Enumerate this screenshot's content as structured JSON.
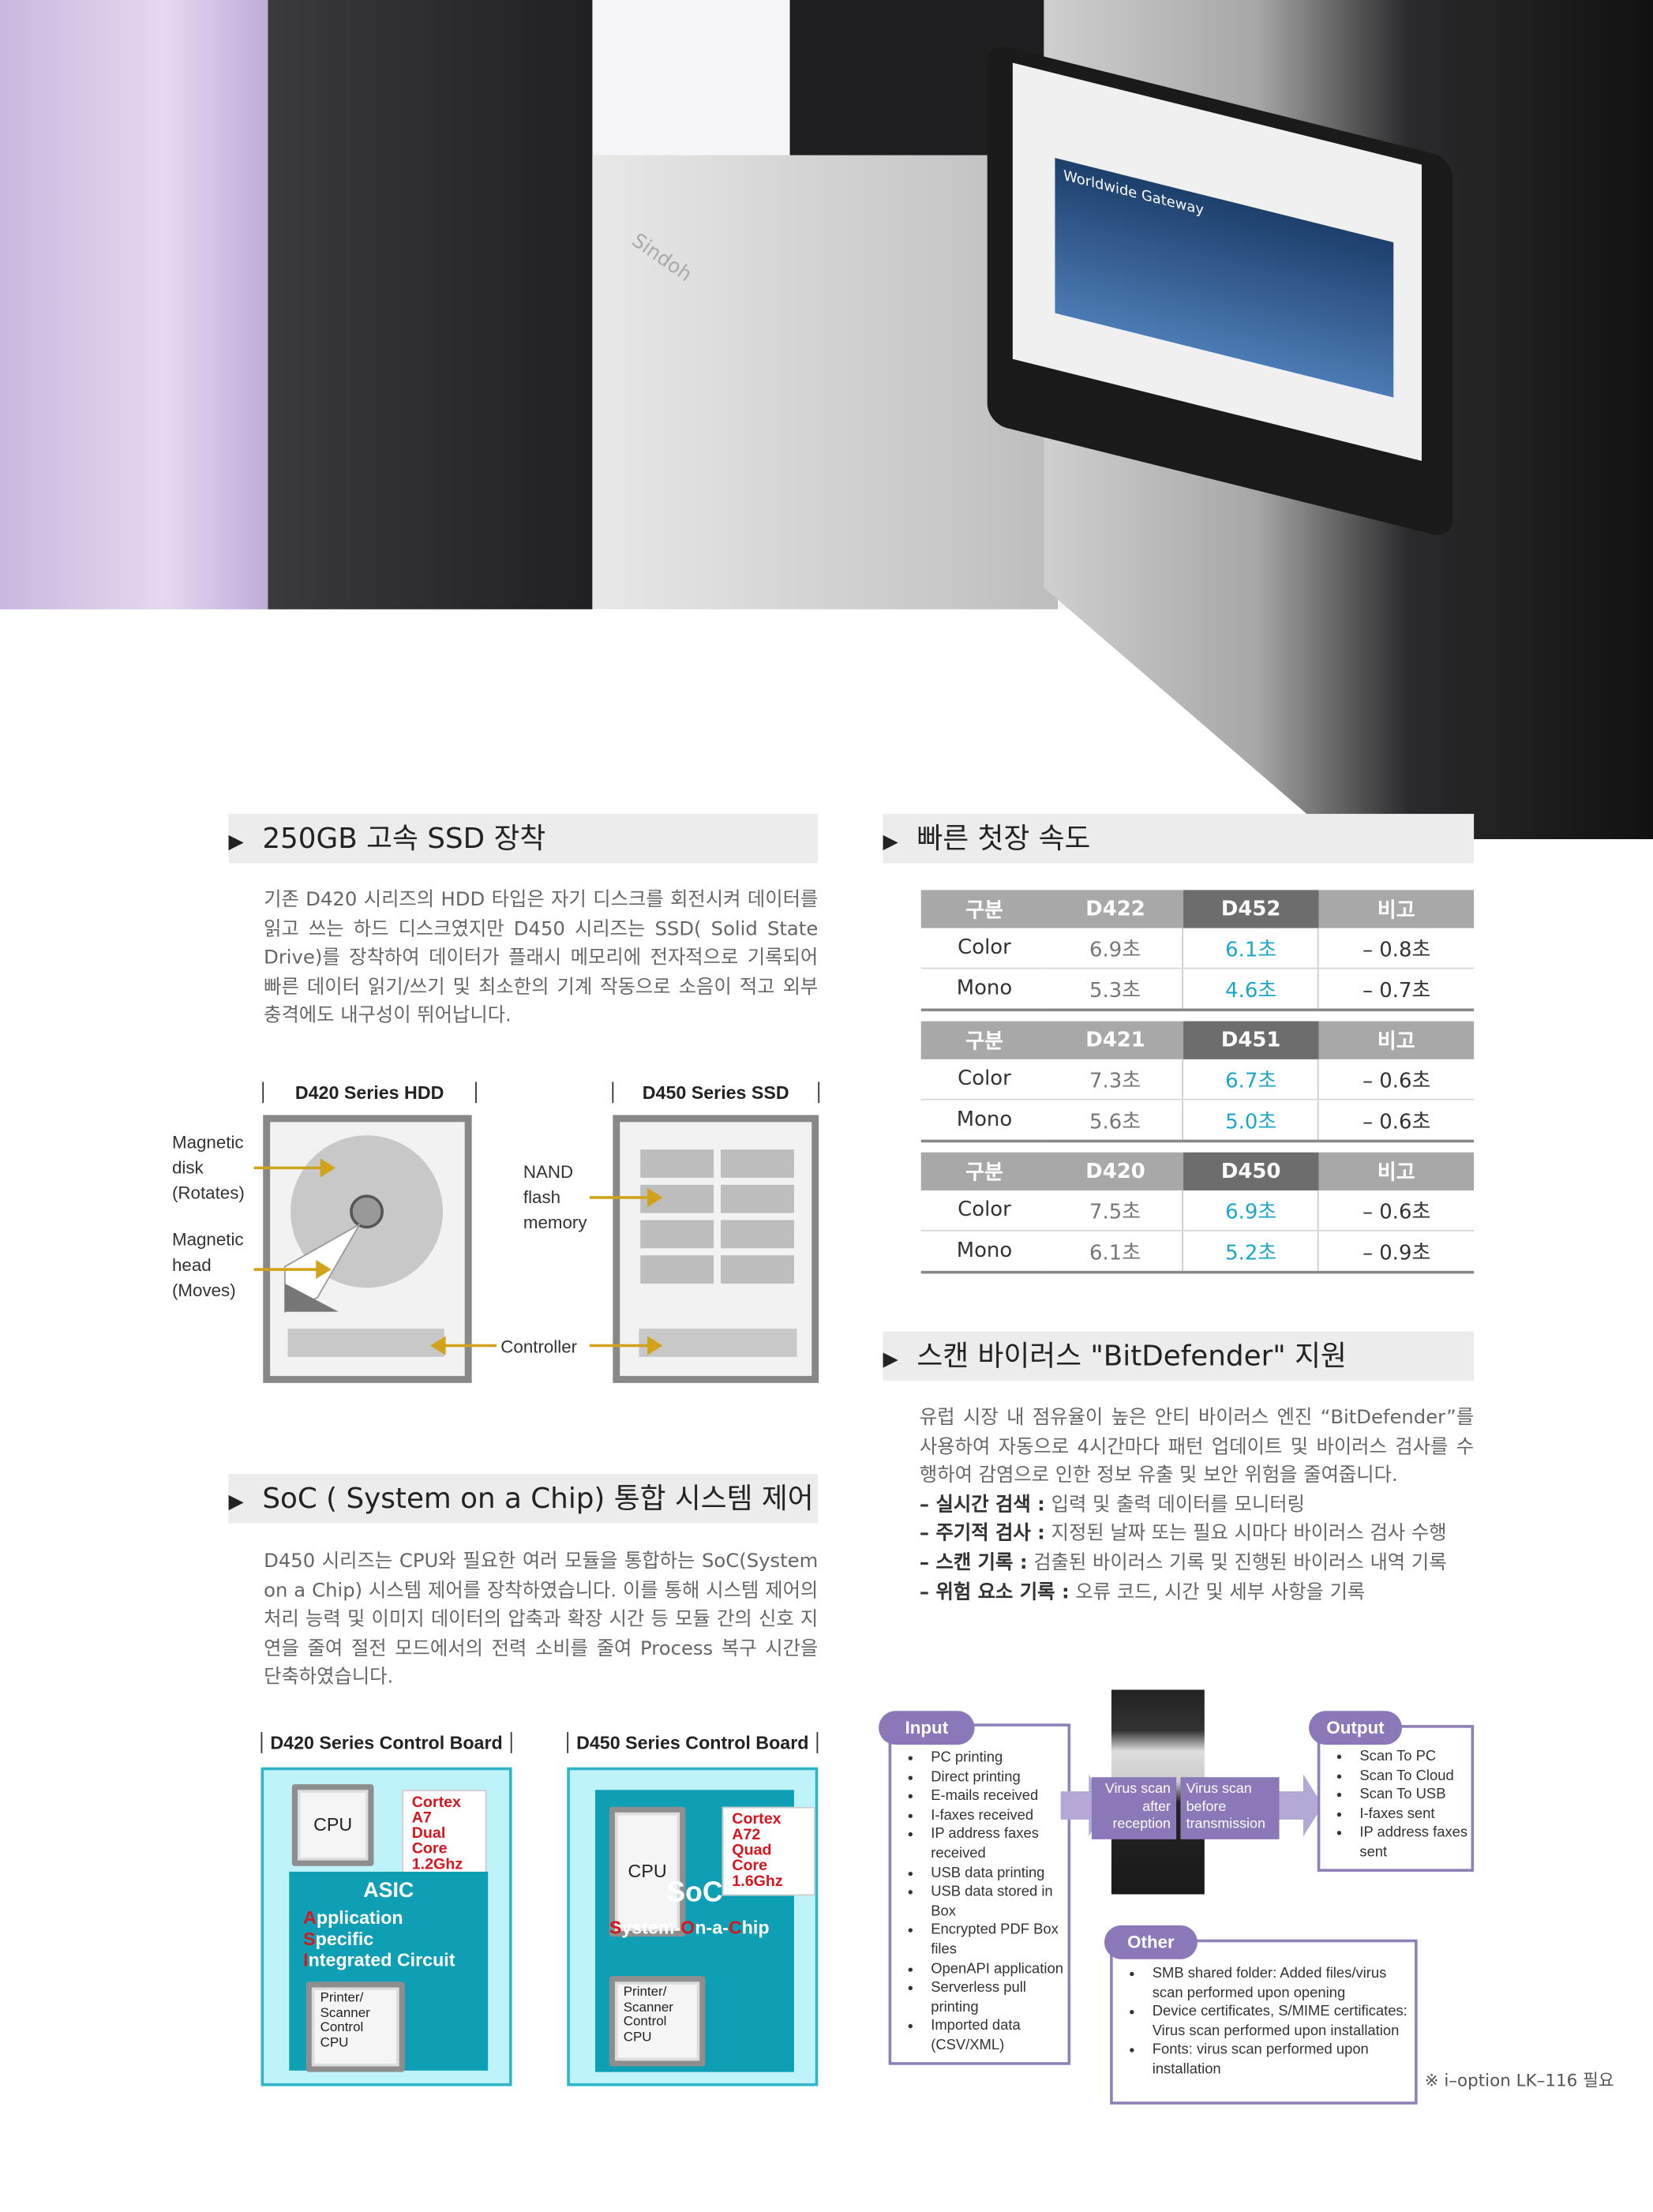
{
  "hero": {
    "printer_brand": "Sindoh",
    "screen_text": "Worldwide Gateway"
  },
  "ssd_section": {
    "title": "250GB 고속 SSD 장착",
    "body": "기존 D420 시리즈의 HDD 타입은 자기 디스크를 회전시켜 데이터를 읽고 쓰는 하드 디스크였지만 D450 시리즈는 SSD( Solid State Drive)를 장착하여 데이터가 플래시 메모리에 전자적으로 기록되어 빠른 데이터 읽기/쓰기 및 최소한의 기계 작동으로 소음이 적고 외부 충격에도 내구성이 뛰어납니다.",
    "diagram": {
      "hdd_caption": "D420 Series HDD",
      "ssd_caption": "D450 Series SSD",
      "disk_label": "Magnetic\ndisk\n(Rotates)",
      "head_label": "Magnetic\nhead\n(Moves)",
      "nand_label": "NAND\nflash\nmemory",
      "controller_label": "Controller"
    }
  },
  "soc_section": {
    "title": "SoC ( System on a Chip) 통합 시스템 제어",
    "body": "D450 시리즈는 CPU와 필요한 여러 모듈을 통합하는 SoC(System on a Chip) 시스템 제어를 장착하였습니다. 이를 통해 시스템 제어의 처리 능력 및 이미지 데이터의 압축과 확장 시간 등 모듈 간의 신호 지연을 줄여 절전 모드에서의 전력 소비를 줄여 Process 복구 시간을 단축하였습니다.",
    "boards": [
      {
        "caption": "D420 Series Control Board",
        "cpu": "CPU",
        "cpu_spec": [
          "Cortex A7",
          "Dual Core",
          "1.2Ghz"
        ],
        "chip": "ASIC",
        "chip_lines": [
          [
            "A",
            "pplication"
          ],
          [
            "S",
            "pecific"
          ],
          [
            "I",
            "ntegrated Circuit"
          ]
        ],
        "sub_cpu": "Printer/\nScanner\nControl\nCPU"
      },
      {
        "caption": "D450 Series Control Board",
        "cpu": "CPU",
        "cpu_spec": [
          "Cortex A72",
          "Quad Core",
          "1.6Ghz"
        ],
        "chip": "SoC",
        "chip_lines": [
          [
            "S",
            "ystem-"
          ],
          [
            "O",
            "n-a-"
          ],
          [
            "C",
            "hip"
          ]
        ],
        "sub_cpu": "Printer/\nScanner\nControl\nCPU"
      }
    ]
  },
  "speed_section": {
    "title": "빠른 첫장 속도",
    "tables": [
      {
        "headers": [
          "구분",
          "D422",
          "D452",
          "비고"
        ],
        "rows": [
          [
            "Color",
            "6.9초",
            "6.1초",
            "– 0.8초"
          ],
          [
            "Mono",
            "5.3초",
            "4.6초",
            "– 0.7초"
          ]
        ]
      },
      {
        "headers": [
          "구분",
          "D421",
          "D451",
          "비고"
        ],
        "rows": [
          [
            "Color",
            "7.3초",
            "6.7초",
            "– 0.6초"
          ],
          [
            "Mono",
            "5.6초",
            "5.0초",
            "– 0.6초"
          ]
        ]
      },
      {
        "headers": [
          "구분",
          "D420",
          "D450",
          "비고"
        ],
        "rows": [
          [
            "Color",
            "7.5초",
            "6.9초",
            "– 0.6초"
          ],
          [
            "Mono",
            "6.1초",
            "5.2초",
            "– 0.9초"
          ]
        ]
      }
    ]
  },
  "virus_section": {
    "title": "스캔 바이러스 \"BitDefender\" 지원",
    "body": "유럽 시장 내 점유율이 높은 안티 바이러스 엔진 “BitDefender”를 사용하여 자동으로 4시간마다 패턴 업데이트 및 바이러스 검사를 수행하여 감염으로 인한 정보 유출 및 보안 위험을 줄여줍니다.",
    "features": [
      {
        "label": "– 실시간 검색 :",
        "text": " 입력 및 출력 데이터를 모니터링"
      },
      {
        "label": "– 주기적 검사 :",
        "text": " 지정된 날짜 또는 필요 시마다 바이러스 검사 수행"
      },
      {
        "label": "– 스캔 기록 :",
        "text": " 검출된 바이러스 기록 및 진행된 바이러스 내역 기록"
      },
      {
        "label": "– 위험 요소 기록 :",
        "text": " 오류 코드, 시간 및 세부 사항을 기록"
      }
    ],
    "diagram": {
      "input_title": "Input",
      "input_items": [
        "PC printing",
        "Direct printing",
        "E-mails received",
        "I-faxes received",
        "IP address faxes received",
        "USB data printing",
        "USB data stored in Box",
        "Encrypted PDF Box files",
        "OpenAPI application",
        "Serverless pull printing",
        "Imported data (CSV/XML)"
      ],
      "scan_after": "Virus scan after reception",
      "scan_before": "Virus scan before transmission",
      "output_title": "Output",
      "output_items": [
        "Scan To PC",
        "Scan To Cloud",
        "Scan To USB",
        "I-faxes sent",
        "IP address faxes sent"
      ],
      "other_title": "Other",
      "other_items": [
        "SMB shared folder: Added files/virus scan performed upon opening",
        "Device certificates, S/MIME certificates: Virus scan performed upon installation",
        "Fonts: virus scan performed upon installation"
      ]
    },
    "note": "※ i–option LK–116 필요"
  },
  "colors": {
    "accent_cyan": "#1da6c8",
    "purple": "#8a78b8",
    "teal": "#0e9fb4",
    "red": "#d8141f"
  }
}
